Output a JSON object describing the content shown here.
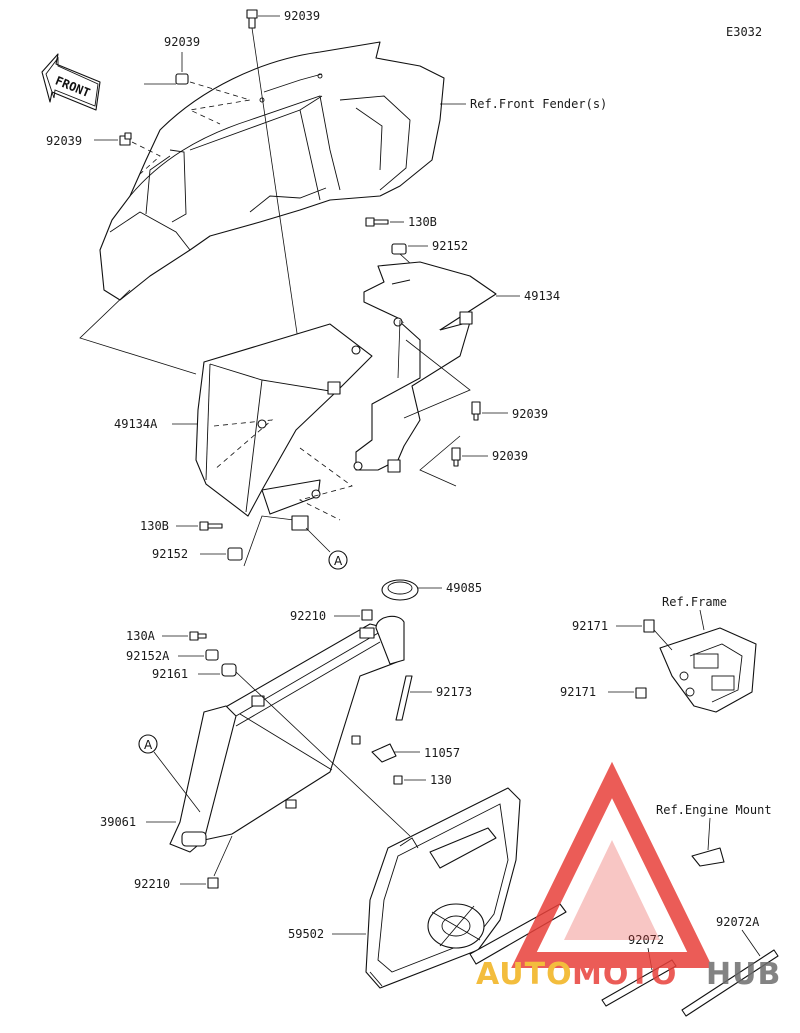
{
  "diagram_code": "E3032",
  "front_label": "FRONT",
  "refs": {
    "front_fender": "Ref.Front Fender(s)",
    "frame": "Ref.Frame",
    "engine_mount": "Ref.Engine Mount"
  },
  "parts": [
    {
      "id": "p92039a",
      "label": "92039"
    },
    {
      "id": "p92039b",
      "label": "92039"
    },
    {
      "id": "p92039c",
      "label": "92039"
    },
    {
      "id": "p130b_top",
      "label": "130B"
    },
    {
      "id": "p92152_top",
      "label": "92152"
    },
    {
      "id": "p49134",
      "label": "49134"
    },
    {
      "id": "p92039d",
      "label": "92039"
    },
    {
      "id": "p92039e",
      "label": "92039"
    },
    {
      "id": "p49134a",
      "label": "49134A"
    },
    {
      "id": "p130b_bot",
      "label": "130B"
    },
    {
      "id": "p92152_bot",
      "label": "92152"
    },
    {
      "id": "p49085",
      "label": "49085"
    },
    {
      "id": "p92210_top",
      "label": "92210"
    },
    {
      "id": "p130a",
      "label": "130A"
    },
    {
      "id": "p92152a",
      "label": "92152A"
    },
    {
      "id": "p92161",
      "label": "92161"
    },
    {
      "id": "p92173",
      "label": "92173"
    },
    {
      "id": "p11057",
      "label": "11057"
    },
    {
      "id": "p130",
      "label": "130"
    },
    {
      "id": "p39061",
      "label": "39061"
    },
    {
      "id": "p92210_bot",
      "label": "92210"
    },
    {
      "id": "p59502",
      "label": "59502"
    },
    {
      "id": "p92171a",
      "label": "92171"
    },
    {
      "id": "p92171b",
      "label": "92171"
    },
    {
      "id": "p92072",
      "label": "92072"
    },
    {
      "id": "p92072a",
      "label": "92072A"
    }
  ],
  "connector_a": "A",
  "watermark": {
    "part1": "AUTO",
    "part2": "MOTO",
    "part3": "HUB",
    "colors": {
      "red": "#e8403a",
      "gold": "#f2b21c",
      "gray": "#6e6e6e"
    }
  }
}
